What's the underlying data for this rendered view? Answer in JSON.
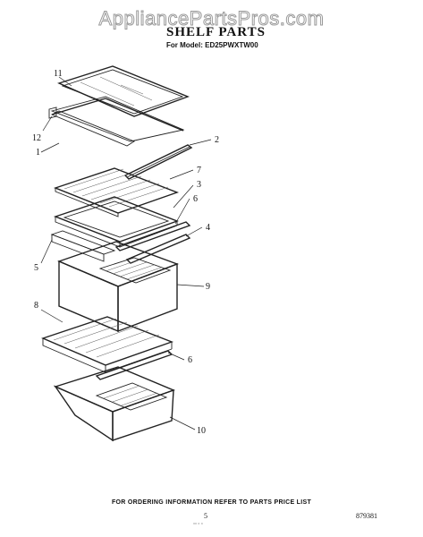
{
  "watermark": "AppliancePartsPros.com",
  "title": "SHELF PARTS",
  "model_line": "For Model: ED25PWXTW00",
  "footer": {
    "ordering_note": "FOR ORDERING INFORMATION REFER TO PARTS PRICE LIST",
    "page_number": "5",
    "doc_number": "879381",
    "tiny_mark": "\"\" \" \""
  },
  "callouts": {
    "c11": "11",
    "c12": "12",
    "c1": "1",
    "c2": "2",
    "c7": "7",
    "c3": "3",
    "c6a": "6",
    "c4": "4",
    "c5": "5",
    "c9": "9",
    "c8": "8",
    "c6b": "6",
    "c10": "10"
  }
}
